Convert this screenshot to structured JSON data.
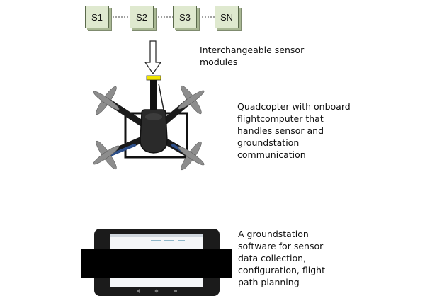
{
  "modules": [
    "S1",
    "S2",
    "S3",
    "SN"
  ],
  "captions": {
    "sensors": "Interchangeable sensor modules",
    "quadcopter": "Quadcopter with onboard flightcomputer that handles sensor and groundstation communication",
    "groundstation": "A groundstation software for sensor data collection, configuration, flight path planning"
  },
  "colors": {
    "module_fill": "#dfe9cf",
    "module_border": "#5b6a4c",
    "arm_accent": "#2d4f8a",
    "mount_highlight": "#f2e600",
    "redaction": "#000000"
  }
}
